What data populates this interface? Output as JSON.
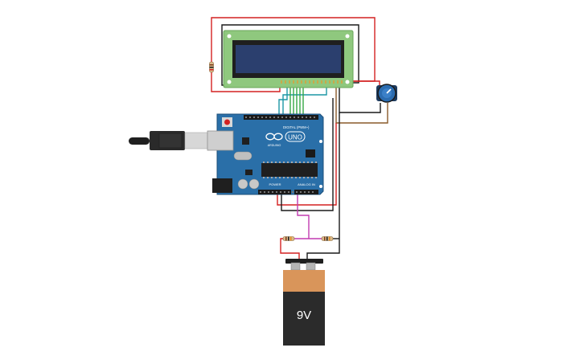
{
  "board": {
    "brand_label": "UNO",
    "sub_label": "ARDUINO",
    "digital_header": "DIGITAL (PWM~)",
    "power_header": "POWER",
    "analog_header": "ANALOG IN"
  },
  "battery": {
    "label": "9V"
  },
  "colors": {
    "board_blue": "#2a6fa8",
    "lcd_green": "#8fc87e",
    "lcd_screen": "#2b3f6e",
    "battery_orange": "#d9955a",
    "battery_black": "#2b2b2b",
    "wire_red": "#d42121",
    "wire_black": "#1a1a1a",
    "wire_green": "#35a745",
    "wire_teal": "#1c97a6",
    "wire_brown": "#8a5a2a",
    "wire_magenta": "#c23bb0",
    "pot_blue": "#2b6cb0"
  }
}
